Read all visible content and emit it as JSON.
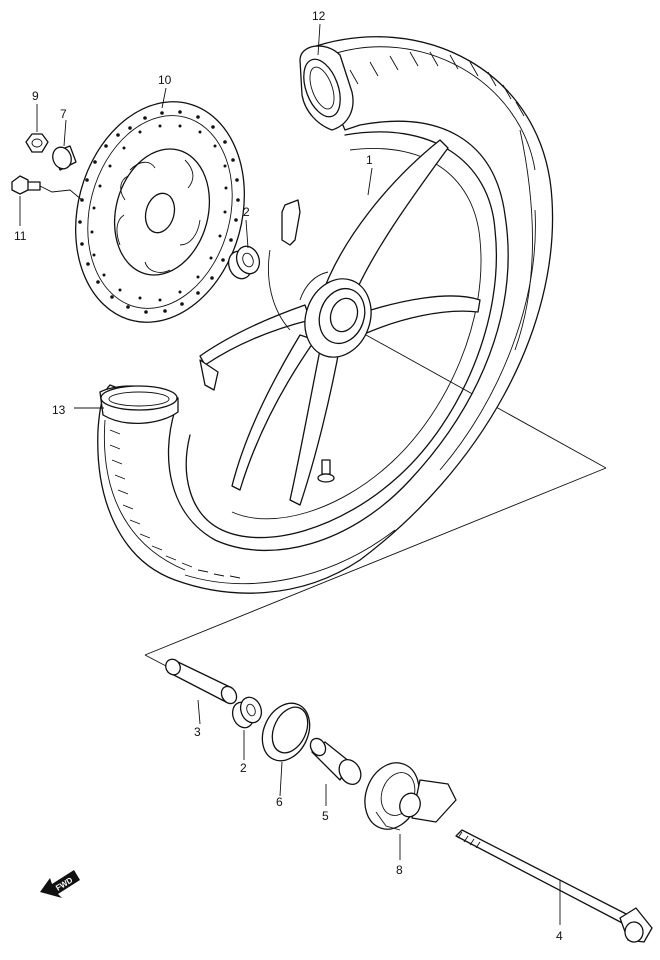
{
  "diagram": {
    "callouts": {
      "c1": "1",
      "c2a": "2",
      "c2b": "2",
      "c3": "3",
      "c4": "4",
      "c5": "5",
      "c6": "6",
      "c7": "7",
      "c8": "8",
      "c9": "9",
      "c10": "10",
      "c11": "11",
      "c12": "12",
      "c13": "13"
    },
    "fwd_label": "FWD"
  }
}
